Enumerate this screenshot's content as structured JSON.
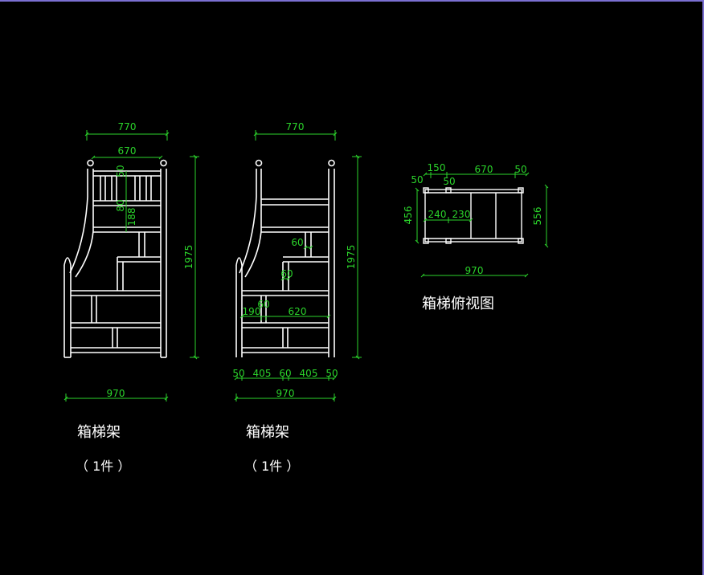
{
  "colors": {
    "background": "#000000",
    "geometry": "#ffffff",
    "dimension": "#2bd52b",
    "frame": "#7a6fd1"
  },
  "view1": {
    "dims": {
      "top_width": "770",
      "inner_width": "670",
      "rail_50": "50",
      "rail_80": "80",
      "rail_188": "188",
      "height": "1975",
      "bottom_width": "970"
    },
    "title": "箱梯架",
    "qty": "（ 1件 ）"
  },
  "view2": {
    "dims": {
      "top_width": "770",
      "height": "1975",
      "step_60a": "60",
      "step_60b": "60",
      "step_60c": "60",
      "seg_190": "190",
      "seg_620": "620",
      "bottom_width": "970"
    },
    "bottom_chain": [
      "50",
      "405",
      "60",
      "405",
      "50"
    ],
    "title": "箱梯架",
    "qty": "（ 1件 ）"
  },
  "plan": {
    "dims": {
      "d50a": "50",
      "d150": "150",
      "d50b": "50",
      "d670": "670",
      "d50c": "50",
      "d456": "456",
      "d240": "240",
      "d230": "230",
      "d556": "556",
      "d970": "970"
    },
    "title": "箱梯俯视图"
  }
}
